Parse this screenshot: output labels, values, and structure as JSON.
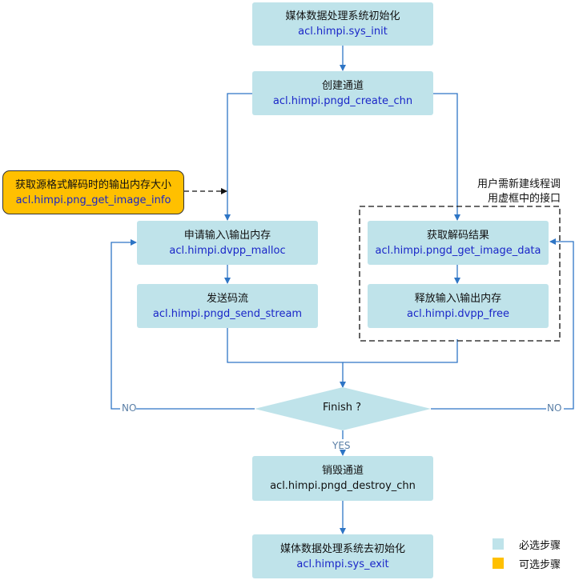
{
  "steps": {
    "init": {
      "title": "媒体数据处理系统初始化",
      "api": "acl.himpi.sys_init"
    },
    "create": {
      "title": "创建通道",
      "api": "acl.himpi.pngd_create_chn"
    },
    "malloc": {
      "title": "申请输入\\输出内存",
      "api": "acl.himpi.dvpp_malloc"
    },
    "send": {
      "title": "发送码流",
      "api": "acl.himpi.pngd_send_stream"
    },
    "get_data": {
      "title": "获取解码结果",
      "api": "acl.himpi.pngd_get_image_data"
    },
    "free": {
      "title": "释放输入\\输出内存",
      "api": "acl.himpi.dvpp_free"
    },
    "destroy": {
      "title": "销毁通道acl.himpi.pngd_destroy_chn"
    },
    "exit": {
      "title": "媒体数据处理系统去初始化",
      "api": "acl.himpi.sys_exit"
    }
  },
  "optional": {
    "title": "获取源格式解码时的输出内存大小",
    "api": "acl.himpi.png_get_image_info"
  },
  "decision": {
    "label": "Finish ?",
    "yes": "YES",
    "no_left": "NO",
    "no_right": "NO"
  },
  "thread_note": {
    "line1": "用户需新建线程调",
    "line2": "用虚框中的接口"
  },
  "legend": {
    "required": "必选步骤",
    "optional": "可选步骤"
  },
  "colors": {
    "required": "#bfe3ea",
    "optional": "#ffc000",
    "line": "#2e75c5"
  }
}
